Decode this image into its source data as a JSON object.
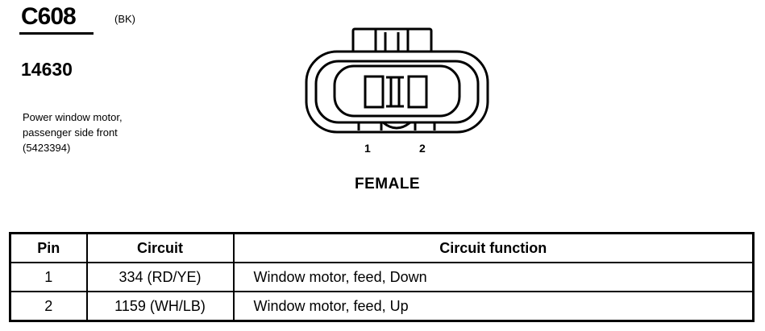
{
  "connector": {
    "id": "C608",
    "color_code": "(BK)",
    "part_number": "14630",
    "description": "Power window motor, passenger side front (5423394)",
    "gender": "FEMALE",
    "pin_labels": [
      "1",
      "2"
    ]
  },
  "table": {
    "headers": {
      "pin": "Pin",
      "circuit": "Circuit",
      "function": "Circuit function"
    },
    "rows": [
      {
        "pin": "1",
        "circuit": "334 (RD/YE)",
        "function": "Window motor, feed, Down"
      },
      {
        "pin": "2",
        "circuit": "1159 (WH/LB)",
        "function": "Window motor, feed, Up"
      }
    ]
  }
}
